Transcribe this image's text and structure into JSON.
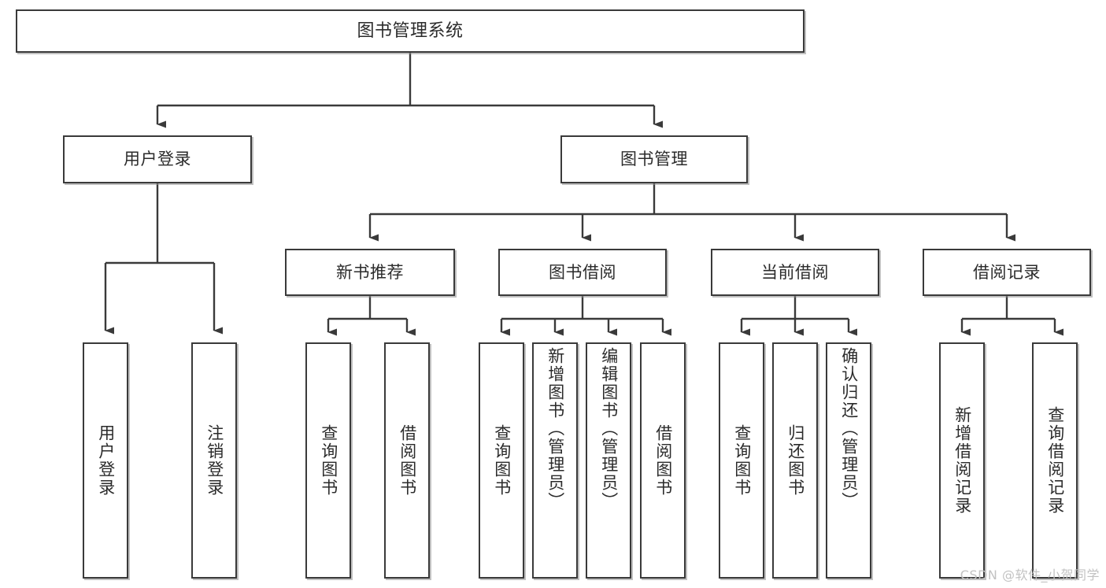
{
  "diagram": {
    "title": "图书管理系统",
    "type": "tree",
    "root": {
      "label": "图书管理系统"
    },
    "level1": [
      {
        "label": "用户登录"
      },
      {
        "label": "图书管理"
      }
    ],
    "level2": [
      {
        "label": "新书推荐"
      },
      {
        "label": "图书借阅"
      },
      {
        "label": "当前借阅"
      },
      {
        "label": "借阅记录"
      }
    ],
    "leaves": {
      "user_login": [
        {
          "label": "用户登录"
        },
        {
          "label": "注销登录"
        }
      ],
      "new_book_recommend": [
        {
          "label": "查询图书"
        },
        {
          "label": "借阅图书"
        }
      ],
      "book_borrow": [
        {
          "label": "查询图书"
        },
        {
          "label": "新增图书（管理员）"
        },
        {
          "label": "编辑图书（管理员）"
        },
        {
          "label": "借阅图书"
        }
      ],
      "current_borrow": [
        {
          "label": "查询图书"
        },
        {
          "label": "归还图书"
        },
        {
          "label": "确认归还（管理员）"
        }
      ],
      "borrow_record": [
        {
          "label": "新增借阅记录"
        },
        {
          "label": "查询借阅记录"
        }
      ]
    }
  },
  "watermark": {
    "text": "CSDN @软件_小贺同学"
  },
  "colors": {
    "border": "#3a3a3a",
    "text": "#2b2b2b",
    "background": "#ffffff",
    "watermark": "#c2c2c2"
  }
}
